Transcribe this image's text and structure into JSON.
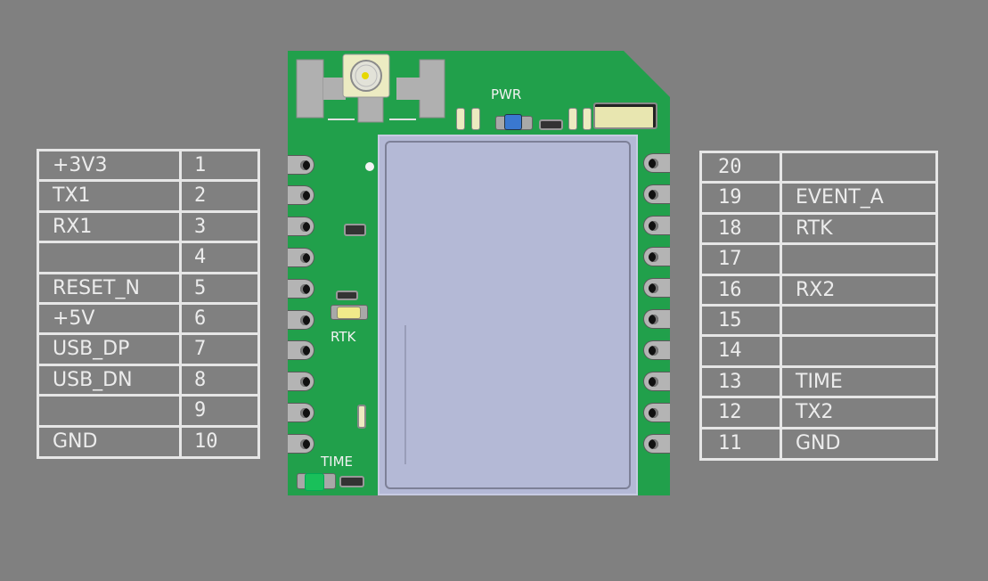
{
  "left_header": {
    "rows": [
      {
        "signal": "+3V3",
        "pin": "1"
      },
      {
        "signal": "TX1",
        "pin": "2"
      },
      {
        "signal": "RX1",
        "pin": "3"
      },
      {
        "signal": "",
        "pin": "4"
      },
      {
        "signal": "RESET_N",
        "pin": "5"
      },
      {
        "signal": "+5V",
        "pin": "6"
      },
      {
        "signal": "USB_DP",
        "pin": "7"
      },
      {
        "signal": "USB_DN",
        "pin": "8"
      },
      {
        "signal": "",
        "pin": "9"
      },
      {
        "signal": "GND",
        "pin": "10"
      }
    ]
  },
  "right_header": {
    "rows": [
      {
        "pin": "20",
        "signal": ""
      },
      {
        "pin": "19",
        "signal": "EVENT_A"
      },
      {
        "pin": "18",
        "signal": "RTK"
      },
      {
        "pin": "17",
        "signal": ""
      },
      {
        "pin": "16",
        "signal": "RX2"
      },
      {
        "pin": "15",
        "signal": ""
      },
      {
        "pin": "14",
        "signal": ""
      },
      {
        "pin": "13",
        "signal": "TIME"
      },
      {
        "pin": "12",
        "signal": "TX2"
      },
      {
        "pin": "11",
        "signal": "GND"
      }
    ]
  },
  "board": {
    "silkscreen": {
      "pwr": "PWR",
      "rtk": "RTK",
      "time": "TIME"
    },
    "colors": {
      "pcb": "#21a04b",
      "background": "#808080",
      "shield": "#b4b9d6",
      "pwr_led": "#3a78d0",
      "rtk_led": "#f0ea8a",
      "time_led": "#19c05a",
      "antenna_pad": "#b0b0b0",
      "ufl_connector": "#ecebc2"
    }
  }
}
